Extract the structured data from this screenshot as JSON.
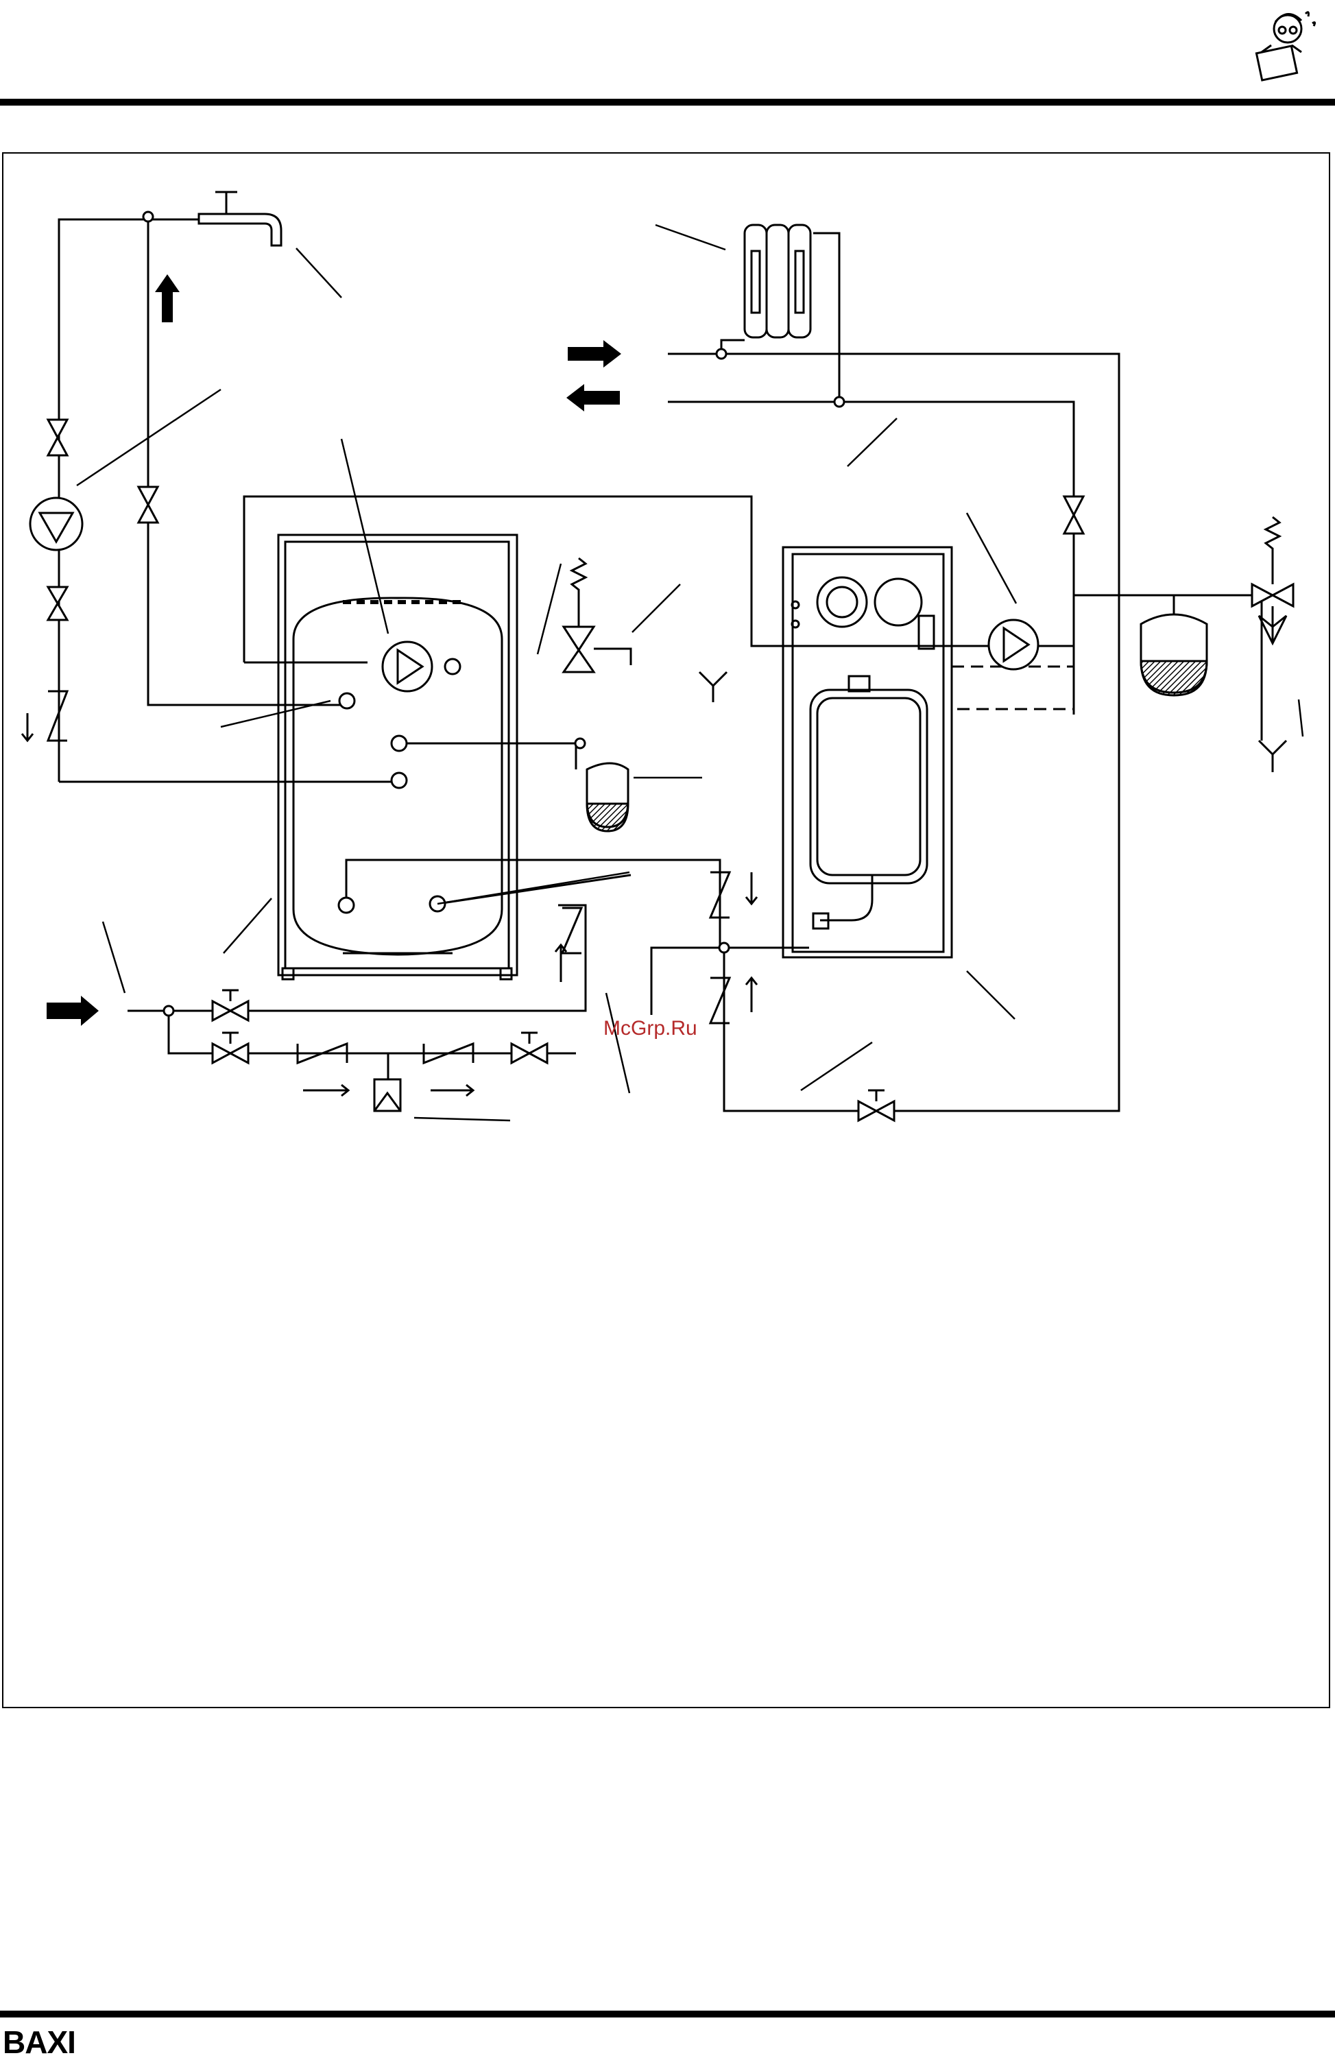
{
  "brand": {
    "name": "BAXI",
    "color": "#000000"
  },
  "watermark": {
    "text": "McGrp.Ru",
    "color": "#b52a2a"
  },
  "diagram": {
    "components": [
      {
        "id": "mascot",
        "icon": "reading-mascot-icon"
      },
      {
        "id": "tap",
        "icon": "hot-water-tap-icon"
      },
      {
        "id": "radiator",
        "icon": "radiator-icon"
      },
      {
        "id": "storage-tank",
        "icon": "storage-tank-icon"
      },
      {
        "id": "boiler",
        "icon": "boiler-icon"
      },
      {
        "id": "circulation-pump",
        "icon": "pump-icon"
      },
      {
        "id": "tank-pump",
        "icon": "pump-icon"
      },
      {
        "id": "boiler-pump",
        "icon": "pump-icon"
      },
      {
        "id": "expansion-vessel-dhw",
        "icon": "expansion-vessel-icon"
      },
      {
        "id": "expansion-vessel-heating",
        "icon": "expansion-vessel-icon"
      },
      {
        "id": "safety-valve-dhw",
        "icon": "safety-valve-icon"
      },
      {
        "id": "safety-valve-heating",
        "icon": "safety-valve-icon"
      },
      {
        "id": "check-valve",
        "icon": "check-valve-icon"
      },
      {
        "id": "shutoff-valve",
        "icon": "shutoff-valve-icon"
      },
      {
        "id": "drain-funnel",
        "icon": "drain-funnel-icon"
      },
      {
        "id": "flow-arrow",
        "icon": "flow-arrow-icon"
      }
    ]
  }
}
